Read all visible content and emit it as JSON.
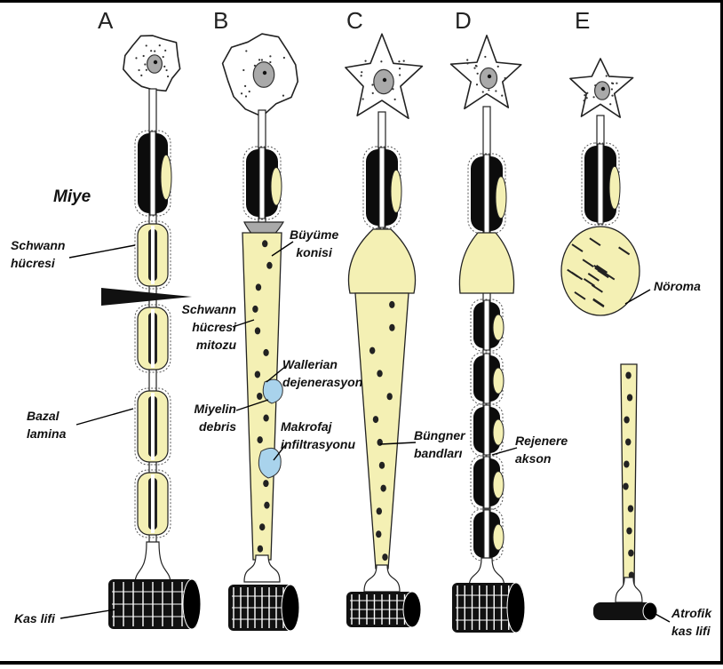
{
  "panels": [
    "A",
    "B",
    "C",
    "D",
    "E"
  ],
  "labels": {
    "miye": "Miye",
    "schwann_cell": [
      "Schwann",
      "hücresi"
    ],
    "basal_lamina": [
      "Bazal",
      "lamina"
    ],
    "muscle_fiber": "Kas lifi",
    "growth_cone": [
      "Büyüme",
      "konisi"
    ],
    "schwann_mitosis": [
      "Schwann",
      "hücresi",
      "mitozu"
    ],
    "wallerian": [
      "Wallerian",
      "dejenerasyon"
    ],
    "myelin_debris": [
      "Miyelin",
      "debris"
    ],
    "macrophage": [
      "Makrofaj",
      "infiltrasyonu"
    ],
    "bungner": [
      "Büngner",
      "bandları"
    ],
    "regenerating_axon": [
      "Rejenere",
      "akson"
    ],
    "neuroma": "Nöroma",
    "atrophic_muscle": [
      "Atrofik",
      "kas lifi"
    ]
  },
  "colors": {
    "schwann_fill": "#f4f0b4",
    "axon": "#0c0c0c",
    "nucleus": "#a9a9a9",
    "macrophage": "#a9d3ec",
    "frame": "#000000"
  }
}
